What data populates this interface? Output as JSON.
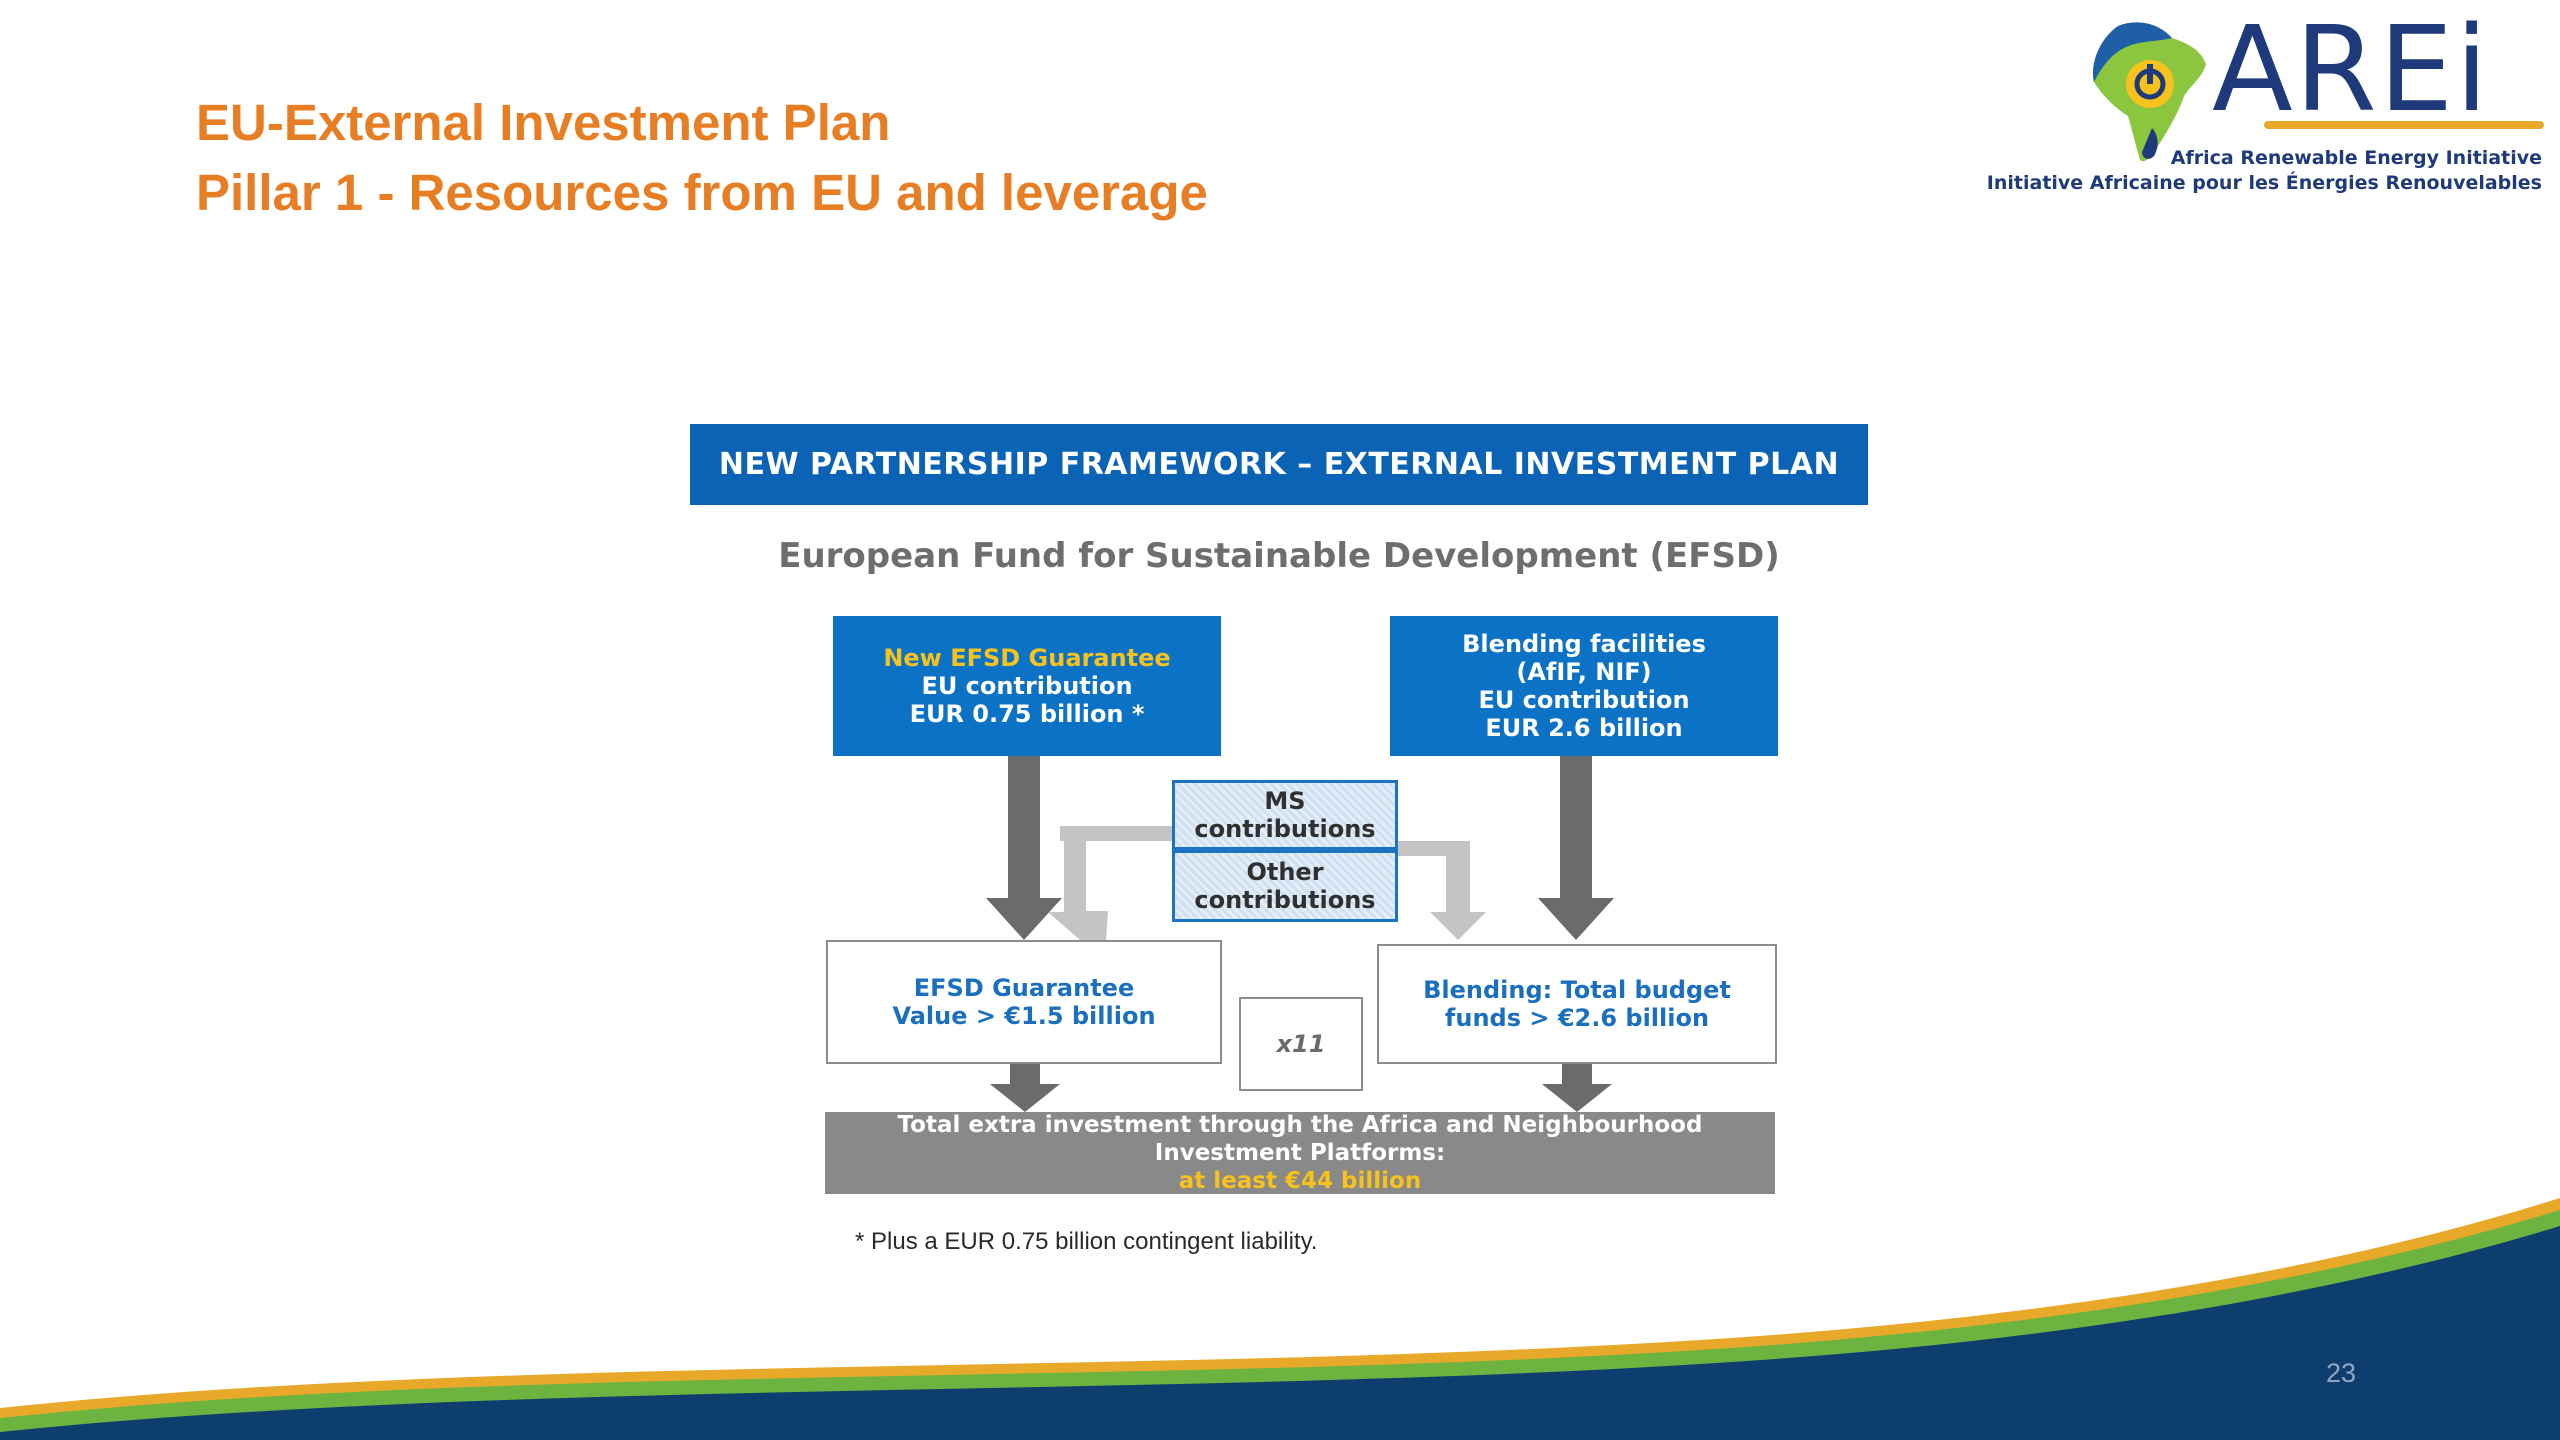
{
  "slide": {
    "title_line1": "EU-External Investment Plan",
    "title_line2": "Pillar 1 - Resources from EU and leverage",
    "page_number": "23"
  },
  "logo": {
    "wordmark": "AREi",
    "tagline_en": "Africa Renewable Energy Initiative",
    "tagline_fr": "Initiative Africaine pour les Énergies Renouvelables"
  },
  "diagram": {
    "banner": "NEW PARTNERSHIP FRAMEWORK – EXTERNAL INVESTMENT PLAN",
    "heading": "European Fund for Sustainable Development (EFSD)",
    "guarantee_box": {
      "line1": "New EFSD Guarantee",
      "line2": "EU contribution",
      "line3": "EUR 0.75 billion *"
    },
    "blending_box": {
      "line1": "Blending facilities",
      "line2": "(AfIF, NIF)",
      "line3": "EU contribution",
      "line4": "EUR 2.6 billion"
    },
    "ms_contributions": {
      "line1": "MS",
      "line2": "contributions"
    },
    "other_contributions": {
      "line1": "Other",
      "line2": "contributions"
    },
    "efsd_value": {
      "line1": "EFSD Guarantee",
      "line2": "Value  > €1.5 billion"
    },
    "blending_value": {
      "line1": "Blending: Total budget",
      "line2": "funds > €2.6 billion"
    },
    "multiplier": "x11",
    "total": {
      "line1": "Total extra investment through the Africa and Neighbourhood",
      "line2": "Investment Platforms:",
      "line3": "at least €44 billion"
    },
    "footnote": "* Plus a EUR 0.75 billion contingent liability."
  },
  "colors": {
    "title_orange": "#E87E24",
    "banner_blue": "#0B63B5",
    "box_blue": "#0B72C6",
    "highlight_yellow": "#F6C21B",
    "navy_wave": "#0E3E6E",
    "green_wave": "#6DB33F",
    "arrow_dark": "#6B6B6B",
    "arrow_light": "#C4C4C4"
  }
}
